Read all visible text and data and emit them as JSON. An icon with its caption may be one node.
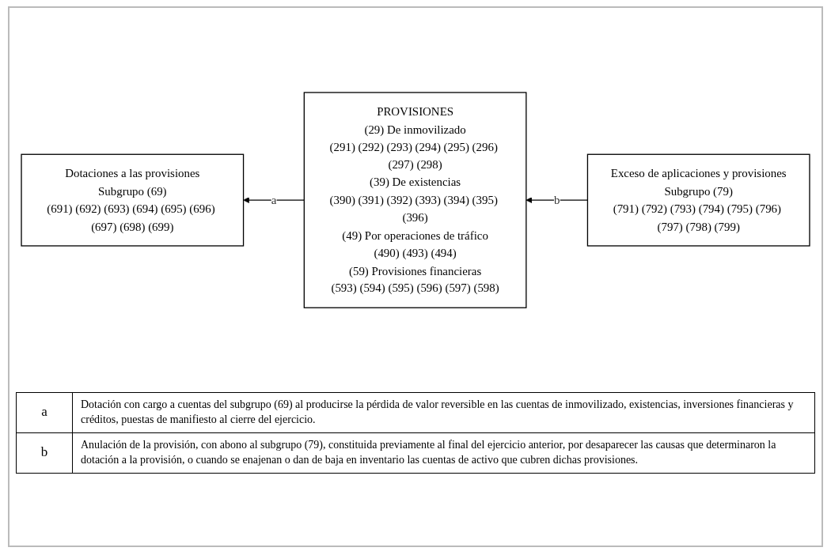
{
  "diagram": {
    "nodes": [
      {
        "text": [
          "Dotaciones a las provisiones",
          "Subgrupo (69)",
          "(691) (692) (693) (694) (695) (696) (697) (698) (699)"
        ]
      },
      {
        "text": [
          "PROVISIONES",
          "(29) De inmovilizado",
          "(291) (292) (293) (294) (295) (296) (297) (298)",
          "(39) De existencias",
          "(390) (391) (392) (393) (394) (395) (396)",
          "(49) Por operaciones de tráfico",
          "(490) (493) (494)",
          "(59) Provisiones financieras",
          "(593) (594) (595) (596) (597) (598)"
        ]
      },
      {
        "text": [
          "Exceso de aplicaciones y provisiones",
          "Subgrupo (79)",
          "(791) (792) (793) (794) (795) (796) (797) (798) (799)"
        ]
      }
    ],
    "edges": [
      {
        "from": 1,
        "to": 0,
        "arrow": "to",
        "label": "a"
      },
      {
        "from": 2,
        "to": 1,
        "arrow": "to",
        "label": "b"
      }
    ],
    "labels": [
      "a",
      "Dotación con cargo a cuentas del subgrupo (69) al producirse la pérdida de valor reversible en las cuentas de inmovilizado, existencias, inversiones financieras y créditos, puestas de manifiesto al cierre del ejercicio.",
      "b",
      "Anulación de la provisión, con abono al subgrupo (79), constituida previamente al final del ejercicio anterior, por desaparecer las causas que determinaron la dotación a la provisión, o cuando se enajenan o dan de baja en inventario las cuentas de activo que cubren dichas provisiones."
    ]
  }
}
